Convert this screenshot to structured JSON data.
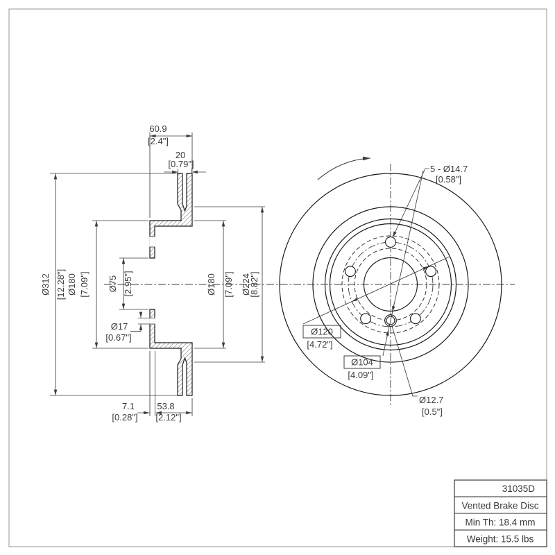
{
  "drawing": {
    "section": {
      "dims": {
        "overall_width": {
          "mm": "60.9",
          "in": "[2.4\"]"
        },
        "rotor_thickness": {
          "mm": "20",
          "in": "[0.79\"]"
        },
        "outer_diameter": {
          "mm": "Ø312",
          "in": "[12.28\"]"
        },
        "hat_diameter_left": {
          "mm": "Ø180",
          "in": "[7.09\"]"
        },
        "center_bore": {
          "mm": "Ø75",
          "in": "[2.95\"]"
        },
        "pin_counterbore": {
          "mm": "Ø17",
          "in": "[0.67\"]"
        },
        "hat_diameter_right": {
          "mm": "Ø180",
          "in": "[7.09\"]"
        },
        "swept_inner_diameter": {
          "mm": "Ø224",
          "in": "[8.82\"]"
        },
        "flange_thickness": {
          "mm": "7.1",
          "in": "[0.28\"]"
        },
        "hat_depth": {
          "mm": "53.8",
          "in": "[2.12\"]"
        }
      }
    },
    "front": {
      "annotations": {
        "lug_holes": {
          "mm": "5 - Ø14.7",
          "in": "[0.58\"]"
        },
        "bolt_circle": {
          "mm": "Ø120",
          "in": "[4.72\"]"
        },
        "pin_circle": {
          "mm": "Ø104",
          "in": "[4.09\"]"
        },
        "pin_hole": {
          "mm": "Ø12.7",
          "in": "[0.5\"]"
        }
      }
    },
    "title_block": {
      "rows": [
        "31035D",
        "Vented Brake Disc",
        "Min Th: 18.4 mm",
        "Weight: 15.5 lbs"
      ]
    },
    "colors": {
      "line": "#1a1a1a",
      "dimension": "#3c3c3c",
      "frame": "#9e9e9e",
      "background": "#ffffff"
    }
  }
}
